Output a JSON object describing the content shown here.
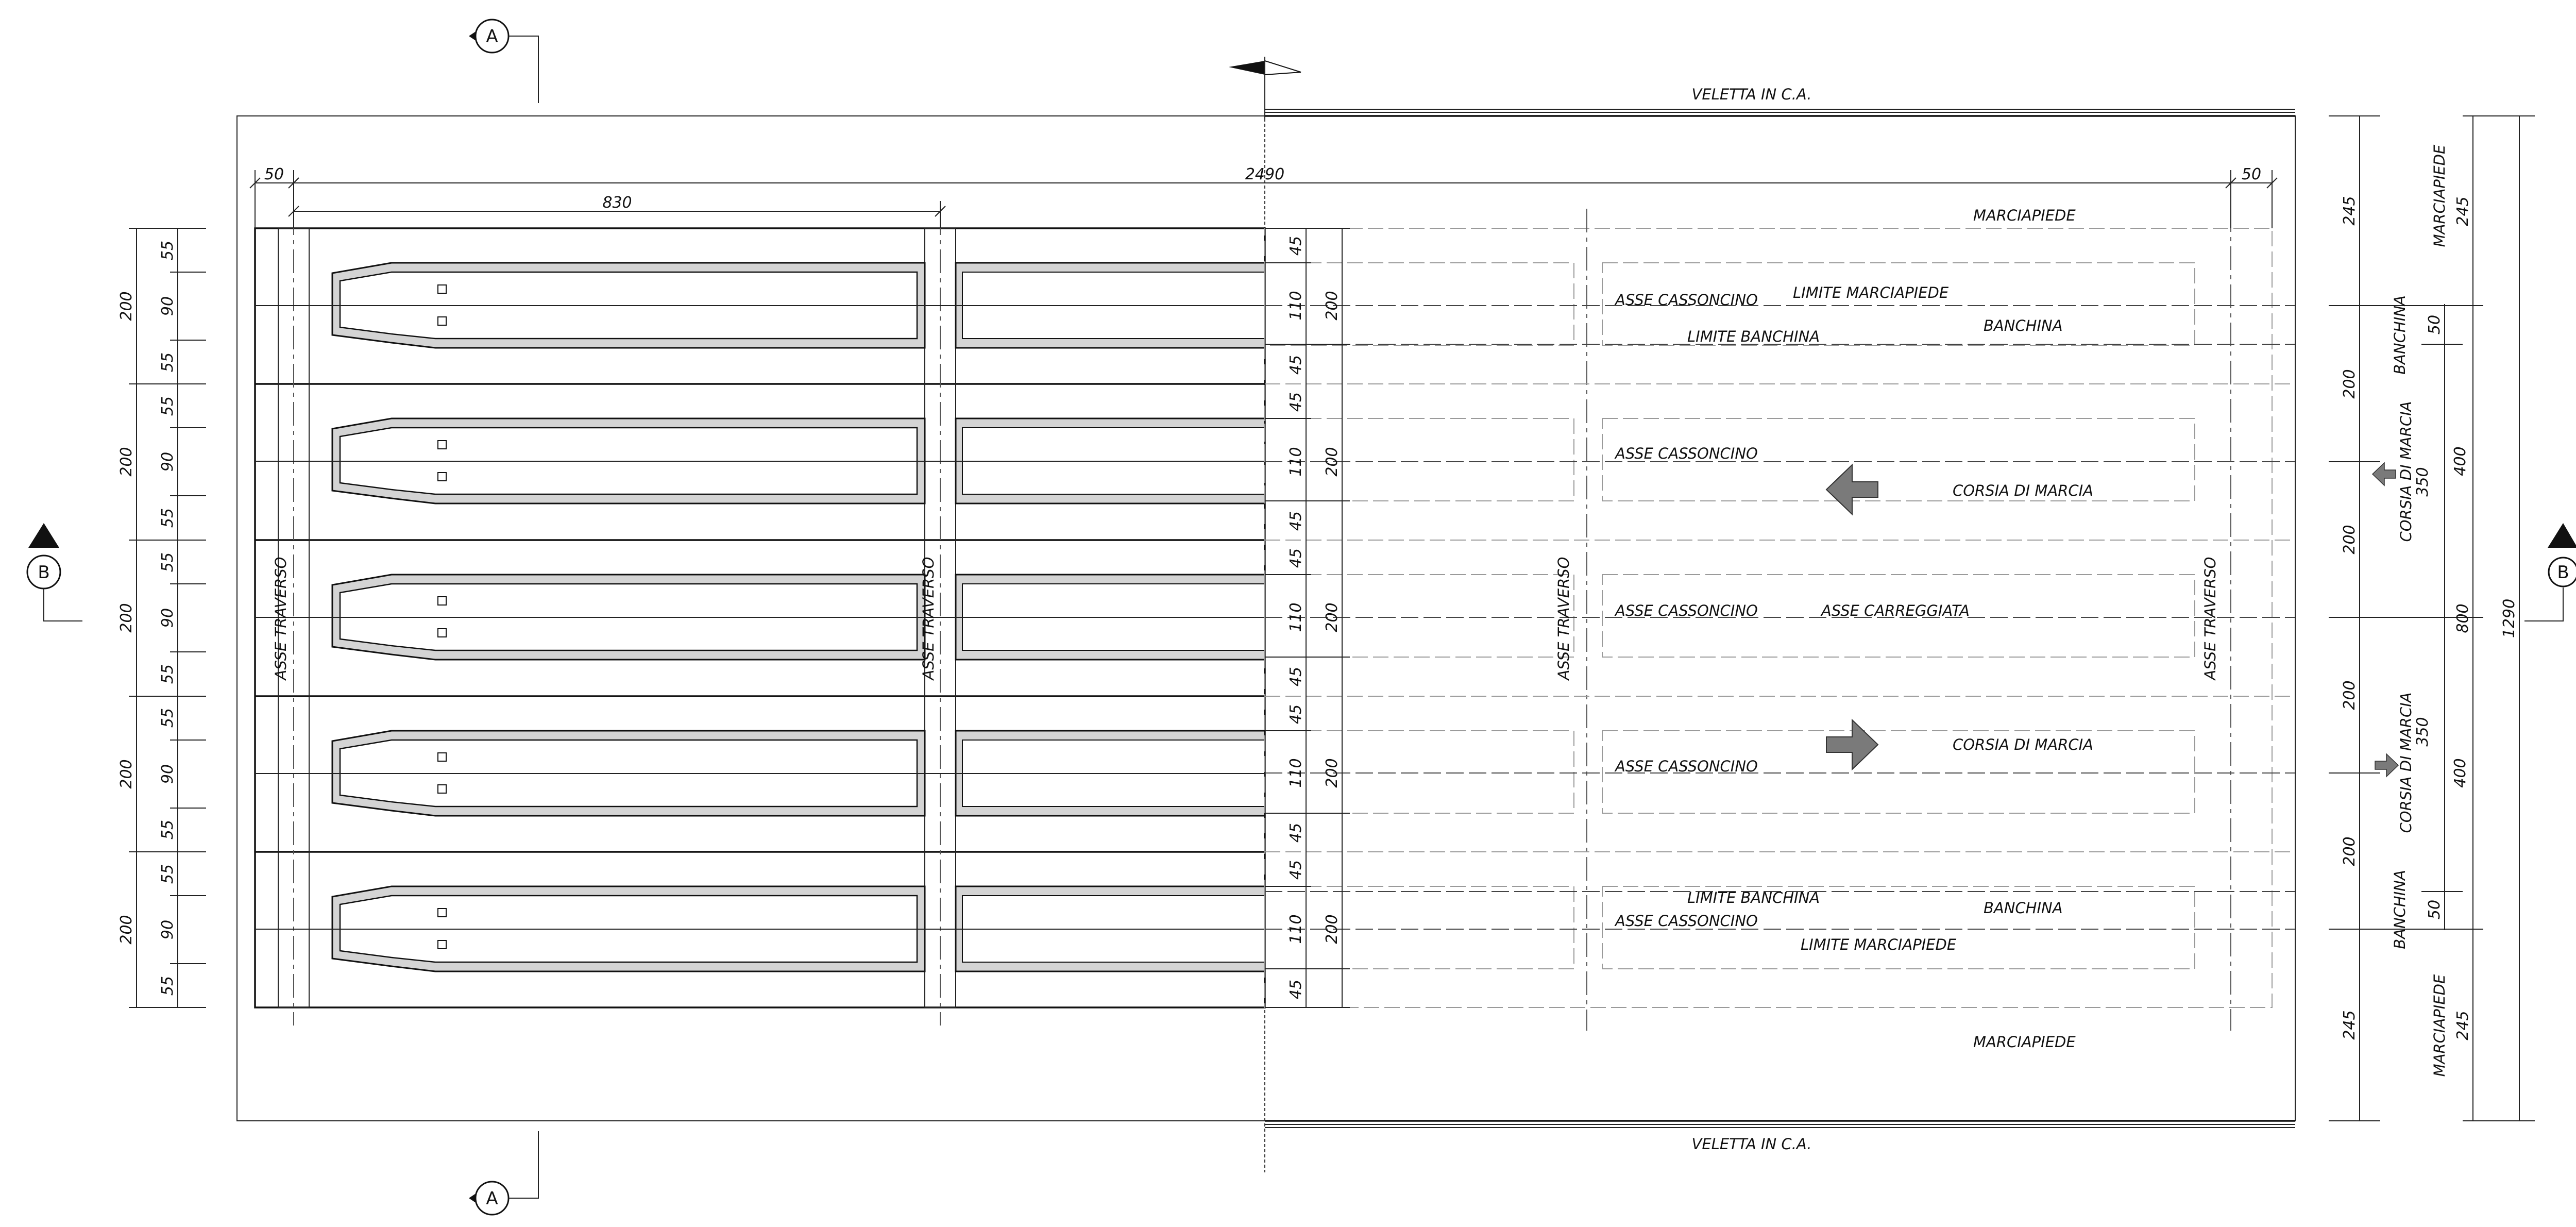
{
  "colors": {
    "line": "#111111",
    "ghost": "#9a9a9a",
    "fill_box": "#c8c8c8",
    "arrow": "#7a7a7a"
  },
  "sections": {
    "a": "A",
    "b": "B"
  },
  "top": {
    "d_50_left": "50",
    "d_830": "830",
    "d_2490": "2490",
    "d_50_right": "50",
    "veletta": "VELETTA IN C.A."
  },
  "bottom": {
    "veletta": "VELETTA IN C.A."
  },
  "left_dims": {
    "group": [
      "55",
      "90",
      "55"
    ],
    "total": "200"
  },
  "mid_dims": {
    "first": "45",
    "group": [
      "110",
      "200"
    ],
    "pair": [
      "45",
      "45"
    ],
    "last": "45"
  },
  "axis_labels": {
    "asse_traverso": "ASSE TRAVERSO",
    "asse_cassoncino": "ASSE CASSONCINO",
    "asse_carreggiata": "ASSE CARREGGIATA",
    "limite_marciapiede": "LIMITE MARCIAPIEDE",
    "limite_banchina": "LIMITE BANCHINA",
    "banchina": "BANCHINA",
    "marciapiede": "MARCIAPIEDE",
    "corsia_di_marcia": "CORSIA DI MARCIA"
  },
  "right_dims": {
    "col1": [
      "245",
      "200",
      "200",
      "200",
      "200",
      "245"
    ],
    "marciapiede": "MARCIAPIEDE",
    "banchina": "BANCHINA",
    "corsia": "CORSIA DI MARCIA",
    "d_245": "245",
    "d_50": "50",
    "d_350": "350",
    "d_400": "400",
    "d_800": "800",
    "d_1290": "1290"
  }
}
